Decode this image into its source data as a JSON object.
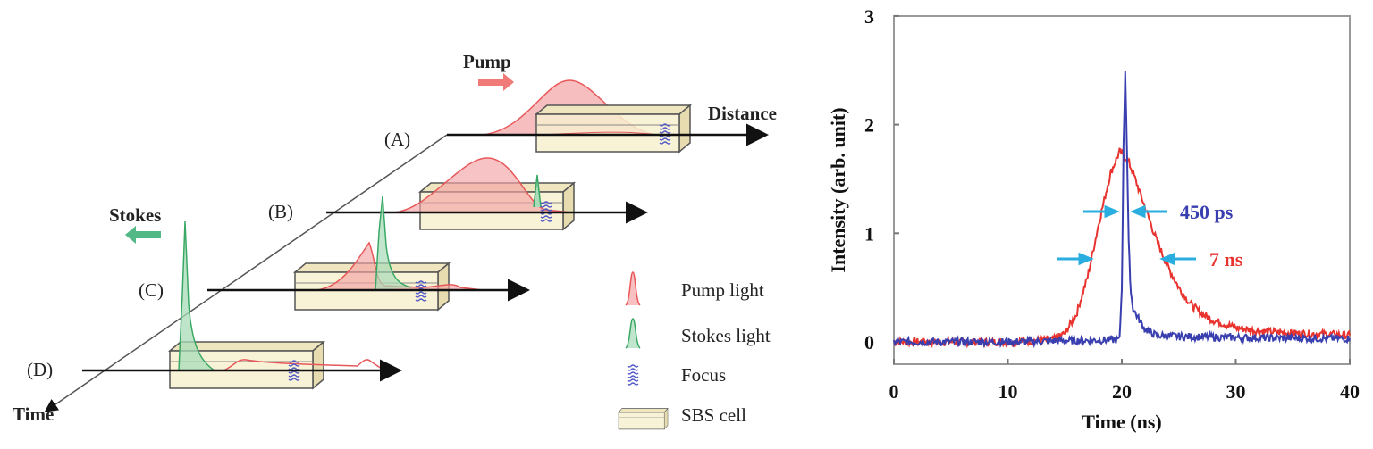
{
  "diagram": {
    "pump_label": "Pump",
    "stokes_label": "Stokes",
    "distance_label": "Distance",
    "time_label": "Time",
    "stages": [
      "(A)",
      "(B)",
      "(C)",
      "(D)"
    ],
    "legend": {
      "pump_light": "Pump light",
      "stokes_light": "Stokes light",
      "focus": "Focus",
      "sbs_cell": "SBS cell"
    },
    "colors": {
      "pump": "#e8585a",
      "stokes": "#3aa865",
      "focus": "#5058c8",
      "cell": "#f7f0cf"
    }
  },
  "chart_data": {
    "type": "line",
    "title": "",
    "xlabel": "Time (ns)",
    "ylabel": "Intensity (arb. unit)",
    "xlim": [
      0,
      40
    ],
    "ylim": [
      -0.2,
      3
    ],
    "xticks": [
      "0",
      "10",
      "20",
      "30",
      "40"
    ],
    "yticks": [
      "0",
      "1",
      "2",
      "3"
    ],
    "grid": false,
    "series": [
      {
        "name": "pump",
        "color": "#e8332f",
        "x": [
          0,
          5,
          10,
          14,
          15,
          16,
          17,
          18,
          19,
          19.8,
          20.5,
          21,
          22,
          23,
          24,
          25,
          26,
          27,
          28,
          30,
          32,
          35,
          38,
          40
        ],
        "y": [
          0,
          0,
          0,
          0.02,
          0.08,
          0.25,
          0.6,
          1.1,
          1.55,
          1.75,
          1.68,
          1.55,
          1.25,
          0.95,
          0.7,
          0.5,
          0.35,
          0.26,
          0.2,
          0.13,
          0.1,
          0.08,
          0.07,
          0.06
        ]
      },
      {
        "name": "stokes",
        "color": "#3a3fb0",
        "x": [
          0,
          10,
          19.8,
          20.0,
          20.15,
          20.3,
          20.45,
          20.6,
          20.8,
          21,
          22,
          23,
          25,
          30,
          40
        ],
        "y": [
          0,
          0,
          0.02,
          0.5,
          1.8,
          2.5,
          1.8,
          0.9,
          0.45,
          0.3,
          0.12,
          0.06,
          0.05,
          0.04,
          0.03
        ]
      }
    ],
    "annotations": [
      {
        "text": "450 ps",
        "color": "#3a3fb0"
      },
      {
        "text": "7 ns",
        "color": "#e8332f"
      }
    ],
    "arrow_color": "#2aaee0"
  }
}
